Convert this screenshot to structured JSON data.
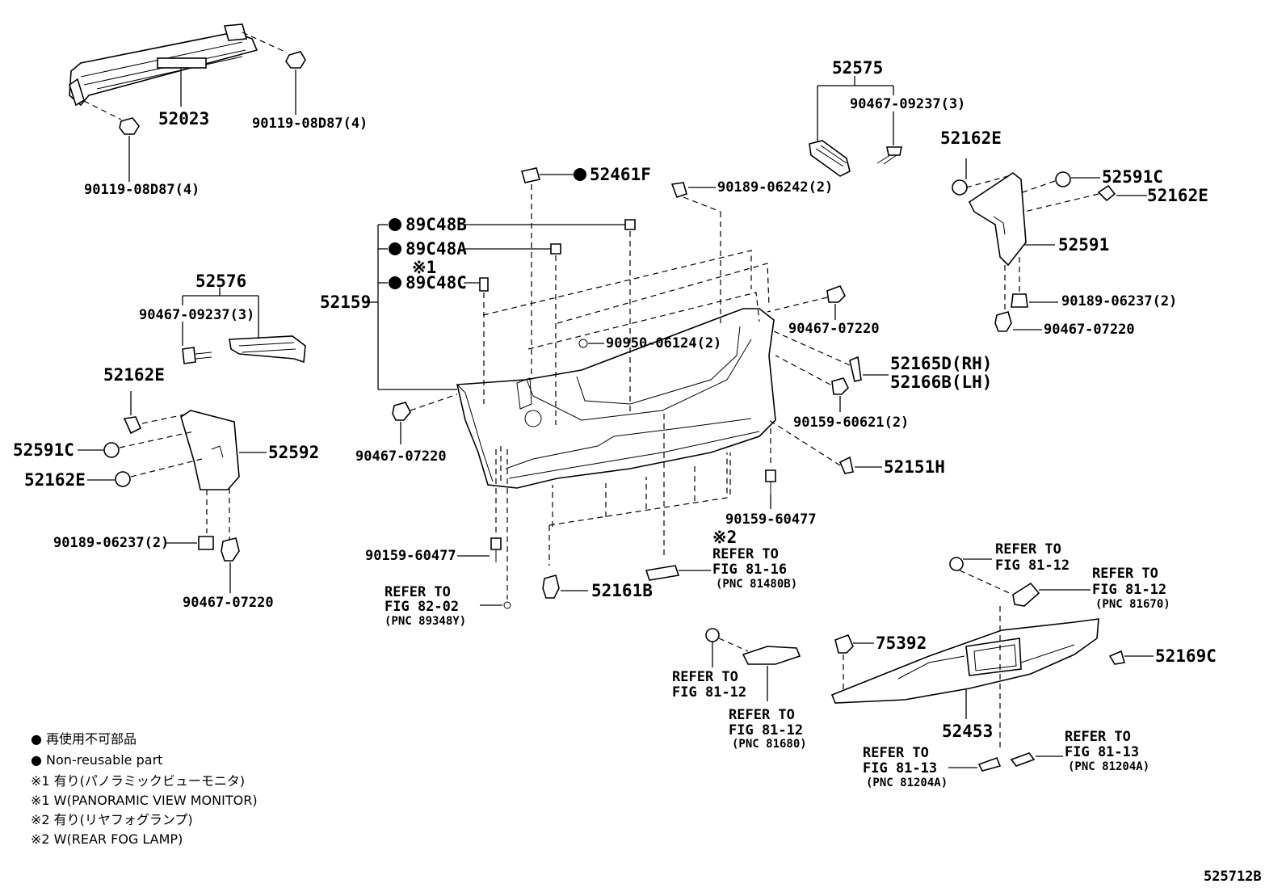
{
  "labels": {
    "p52023": "52023",
    "p90119_top": "90119-08D87(4)",
    "p90119_left": "90119-08D87(4)",
    "p52575": "52575",
    "p90467_09237_right": "90467-09237(3)",
    "p52162E_r1": "52162E",
    "p52591C_r": "52591C",
    "p52162E_r2": "52162E",
    "p52591": "52591",
    "p90189_06237_r": "90189-06237(2)",
    "p90467_07220_r": "90467-07220",
    "p52461F": "52461F",
    "p90189_06242": "90189-06242(2)",
    "p89C48B": "89C48B",
    "p89C48A": "89C48A",
    "note1_mark": "※1",
    "p89C48C": "89C48C",
    "p52159": "52159",
    "p52576": "52576",
    "p90467_09237_left": "90467-09237(3)",
    "p52162E_l1": "52162E",
    "p52591C_l": "52591C",
    "p52592": "52592",
    "p52162E_l2": "52162E",
    "p90189_06237_l": "90189-06237(2)",
    "p90467_07220_l": "90467-07220",
    "p90467_07220_c": "90467-07220",
    "p90950": "90950-06124(2)",
    "p90467_07220_cr": "90467-07220",
    "p52165D": "52165D(RH)",
    "p52166B": "52166B(LH)",
    "p90159_60621": "90159-60621(2)",
    "p52151H": "52151H",
    "p90159_60477_r": "90159-60477",
    "p90159_60477_l": "90159-60477",
    "p52161B": "52161B",
    "ref_82_02_a": "REFER TO",
    "ref_82_02_b": "FIG 82-02",
    "ref_82_02_c": "(PNC 89348Y)",
    "note2_mark": "※2",
    "ref_81_16_a": "REFER TO",
    "ref_81_16_b": "FIG 81-16",
    "ref_81_16_c": "(PNC 81480B)",
    "ref_81_12_top_a": "REFER TO",
    "ref_81_12_top_b": "FIG 81-12",
    "ref_81670_a": "REFER TO",
    "ref_81670_b": "FIG 81-12",
    "ref_81670_c": "(PNC 81670)",
    "p75392": "75392",
    "p52169C": "52169C",
    "ref_81_12_l_a": "REFER TO",
    "ref_81_12_l_b": "FIG 81-12",
    "ref_81680_a": "REFER TO",
    "ref_81680_b": "FIG 81-12",
    "ref_81680_c": "(PNC 81680)",
    "p52453": "52453",
    "ref_81204_l_a": "REFER TO",
    "ref_81204_l_b": "FIG 81-13",
    "ref_81204_l_c": "(PNC 81204A)",
    "ref_81204_r_a": "REFER TO",
    "ref_81204_r_b": "FIG 81-13",
    "ref_81204_r_c": "(PNC 81204A)",
    "drawing_no": "525712B"
  },
  "legend": {
    "line1": "● 再使用不可部品",
    "line2": "● Non-reusable part",
    "line3": "※1 有り(パノラミックビューモニタ)",
    "line4": "※1 W(PANORAMIC VIEW MONITOR)",
    "line5": "※2 有り(リヤフォグランプ)",
    "line6": "※2 W(REAR FOG LAMP)"
  }
}
